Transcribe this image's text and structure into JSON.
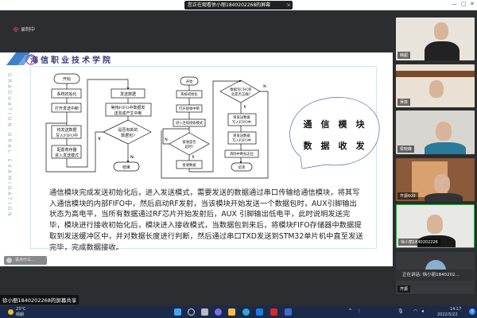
{
  "window": {
    "share_banner": "您正在观看徐小丽1840202268的屏幕",
    "minimize": "—",
    "restore": "▢",
    "close": "✕"
  },
  "recording": {
    "label": "录制中",
    "color": "#e33333"
  },
  "slide": {
    "logo_text": "海信职业技术学院",
    "vertical_text": "GRADUATION ORAL EXAMINATION",
    "flow_send": {
      "start": "开始",
      "init": "系统初始化",
      "open_int": "打开发送中断",
      "write_fifo": [
        "将发送数据",
        "写入FIFO中"
      ],
      "config": [
        "配置寄存器",
        "进入发送模式"
      ],
      "send": "发送数据",
      "wait": [
        "等待FIFO中数据发",
        "送完成产生中断"
      ],
      "decision": [
        "是否有新的",
        "数据包?"
      ],
      "yes": "Y",
      "no": "N",
      "end": "结束"
    },
    "flow_recv": {
      "start": "开始",
      "init": "系统初始化",
      "open_int": "打开接收中断",
      "mode": "进入连续接收模式",
      "timeout": [
        "接收是否",
        "超时?"
      ],
      "recv": "接收数据",
      "crc": [
        "数据包CRC校",
        "验是否正确?"
      ],
      "write1": [
        "将发送数据",
        "写入FIFO中"
      ],
      "write2": [
        "将发送数据",
        "写入FIFO中"
      ],
      "clear": "清除中断标志位",
      "end": "结束",
      "yes": "Y",
      "no": "N"
    },
    "bubble": [
      "通　信　模　块",
      "数　据　收　发"
    ],
    "paragraph": "通信模块完成发送初始化后，进入发送模式，需要发送的数据通过串口传输给通信模块，将其写入通信模块的内部FIFO中，然后启动RF发射，当该模块开始发送一个数据包时，AUX引脚输出状态为高电平，当所有数据通过RF芯片开始发射后，AUX 引脚输出低电平，此时说明发送完毕，模块进行接收初始化后，模块进入接收模式，当数据包到来后，将模块FIFO存储器中数据提取到发送缓冲区中，并对数据长度进行判断，然后通过串口TXD发送到STM32单片机中直至发送完毕，完成数据接收。",
    "float_toolbar": "说点什么..."
  },
  "participants": [
    {
      "name": "韩超",
      "active": false
    },
    {
      "name": "吴菲",
      "active": false
    },
    {
      "name": "侯晓峰",
      "active": false
    },
    {
      "name": "齐振600",
      "active": false,
      "muted": true
    },
    {
      "name": "徐小丽1840202226",
      "active": true
    },
    {
      "name": "齐振",
      "active": false
    }
  ],
  "speaking": "正在讲话: 徐小丽1840202...",
  "presenter_label": "徐小丽1840202268的屏幕共享",
  "taskbar": {
    "weather_temp": "23°C",
    "weather_desc": "晴朗",
    "time": "14:17",
    "date": "2022/5/22",
    "notifications": "0"
  }
}
